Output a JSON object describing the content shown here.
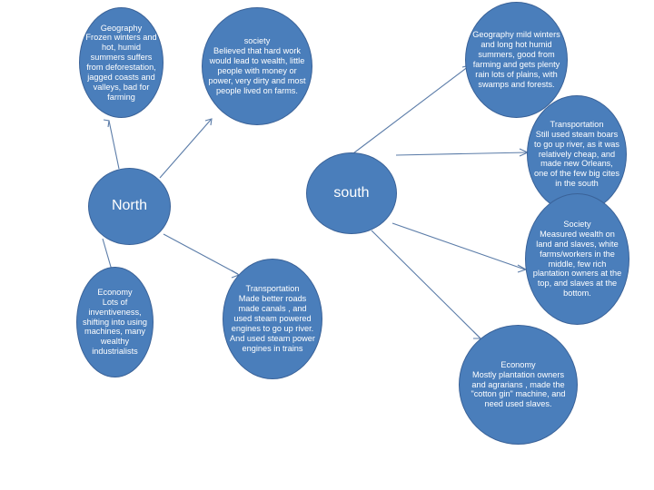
{
  "diagram": {
    "title": "North and South comparison concept map",
    "colors": {
      "node_fill": "#4a7ebb",
      "node_border": "#3a6298",
      "node_text": "#ffffff",
      "edge": "#5b7ca8",
      "background": "#ffffff"
    },
    "nodes": {
      "north": {
        "label": "North"
      },
      "north_geography": {
        "label": "Geography\nFrozen winters and hot, humid summers suffers from deforestation, jagged coasts and valleys, bad for farming"
      },
      "north_society": {
        "label": "society\nBelieved that hard work would lead to wealth, little people with money or power, very dirty and most people lived on farms."
      },
      "north_economy": {
        "label": "Economy\nLots of inventiveness, shifting into using machines, many wealthy industrialists"
      },
      "north_transportation": {
        "label": "Transportation\nMade better roads  made canals , and used steam powered engines to go up river. And used steam power engines in trains"
      },
      "south": {
        "label": "south"
      },
      "south_geography": {
        "label": "Geography mild winters and long hot humid summers, good from farming and gets plenty rain lots of plains, with swamps and forests."
      },
      "south_transportation": {
        "label": "Transportation\nStill used steam boars to go up river, as it was relatively cheap, and made new Orleans, one of the few big cites in the south"
      },
      "south_society": {
        "label": "Society\nMeasured wealth on land and slaves, white farms/workers in the middle, few rich plantation owners at the top, and slaves at the bottom."
      },
      "south_economy": {
        "label": "Economy\nMostly plantation owners and agrarians , made the \"cotton gin\" machine, and need used slaves."
      }
    },
    "edges": [
      {
        "from": "north",
        "to": "north_geography"
      },
      {
        "from": "north",
        "to": "north_society"
      },
      {
        "from": "north",
        "to": "north_economy"
      },
      {
        "from": "north",
        "to": "north_transportation"
      },
      {
        "from": "south",
        "to": "south_geography"
      },
      {
        "from": "south",
        "to": "south_transportation"
      },
      {
        "from": "south",
        "to": "south_society"
      },
      {
        "from": "south",
        "to": "south_economy"
      }
    ]
  }
}
